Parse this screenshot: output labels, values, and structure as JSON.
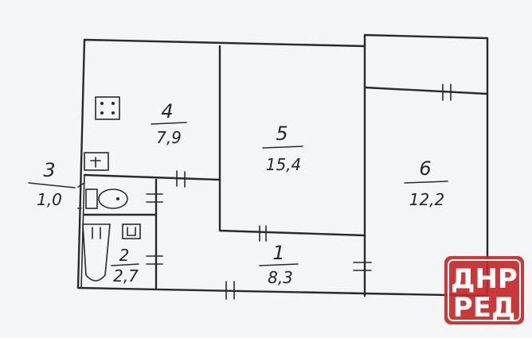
{
  "plan": {
    "rooms": [
      {
        "id": "4",
        "area": "7,9"
      },
      {
        "id": "5",
        "area": "15,4"
      },
      {
        "id": "6",
        "area": "12,2"
      },
      {
        "id": "3",
        "area": "1,0"
      },
      {
        "id": "2",
        "area": "2,7"
      },
      {
        "id": "1",
        "area": "8,3"
      }
    ]
  },
  "watermark": {
    "line1": "ДНР",
    "line2": "РЕД",
    "color": "#c62828"
  }
}
